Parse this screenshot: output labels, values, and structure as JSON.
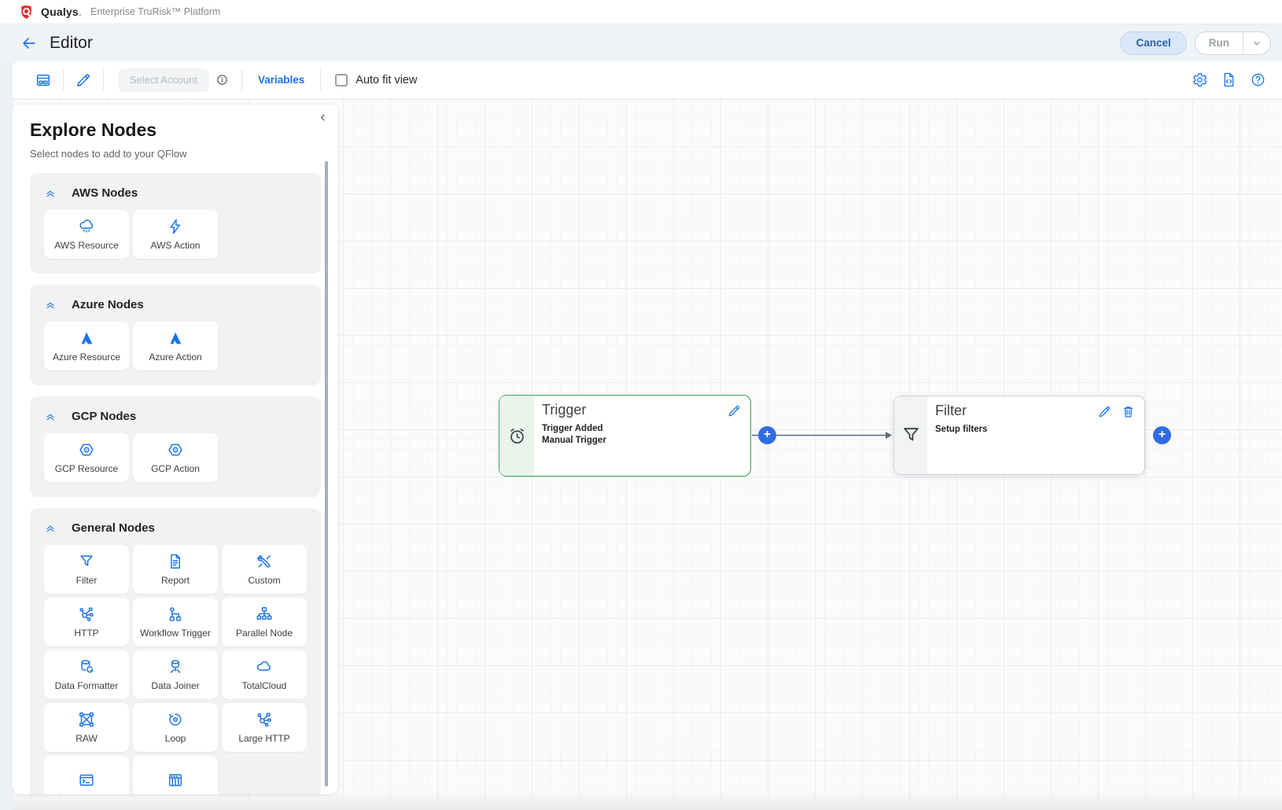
{
  "app_bar": {
    "brand": "Qualys",
    "brand_dot": ".",
    "platform_name": "Enterprise TruRisk™ Platform"
  },
  "header": {
    "title": "Editor",
    "cancel_button": "Cancel",
    "run_button": "Run"
  },
  "toolbar": {
    "select_account_button": "Select Account",
    "variables_link": "Variables",
    "auto_fit_checkbox_label": "Auto fit view",
    "auto_fit_checked": false
  },
  "explore_panel": {
    "title": "Explore Nodes",
    "subtitle": "Select nodes to add to your QFlow",
    "sections": [
      {
        "title": "AWS Nodes",
        "nodes": [
          {
            "label": "AWS Resource",
            "icon": "cloud-rain-icon"
          },
          {
            "label": "AWS Action",
            "icon": "lightning-icon"
          }
        ]
      },
      {
        "title": "Azure Nodes",
        "nodes": [
          {
            "label": "Azure Resource",
            "icon": "azure-icon"
          },
          {
            "label": "Azure Action",
            "icon": "azure-icon"
          }
        ]
      },
      {
        "title": "GCP Nodes",
        "nodes": [
          {
            "label": "GCP Resource",
            "icon": "gcp-icon"
          },
          {
            "label": "GCP Action",
            "icon": "gcp-icon"
          }
        ]
      },
      {
        "title": "General Nodes",
        "nodes": [
          {
            "label": "Filter",
            "icon": "funnel-icon"
          },
          {
            "label": "Report",
            "icon": "report-icon"
          },
          {
            "label": "Custom",
            "icon": "tools-icon"
          },
          {
            "label": "HTTP",
            "icon": "network-icon"
          },
          {
            "label": "Workflow Trigger",
            "icon": "workflow-icon"
          },
          {
            "label": "Parallel Node",
            "icon": "hierarchy-icon"
          },
          {
            "label": "Data Formatter",
            "icon": "database-format-icon"
          },
          {
            "label": "Data Joiner",
            "icon": "database-join-icon"
          },
          {
            "label": "TotalCloud",
            "icon": "cloud-icon"
          },
          {
            "label": "RAW",
            "icon": "raw-icon"
          },
          {
            "label": "Loop",
            "icon": "loop-icon"
          },
          {
            "label": "Large HTTP",
            "icon": "network-icon"
          },
          {
            "label": "",
            "icon": "console-icon"
          },
          {
            "label": "",
            "icon": "table-icon"
          }
        ]
      }
    ]
  },
  "canvas": {
    "trigger_node": {
      "title": "Trigger",
      "detail_line1": "Trigger Added",
      "detail_line2": "Manual Trigger",
      "icon": "alarm-clock-icon"
    },
    "filter_node": {
      "title": "Filter",
      "detail_line1": "Setup filters",
      "icon": "funnel-icon"
    },
    "add_button_symbol": "+"
  },
  "colors": {
    "accent_blue": "#1a73e8",
    "trigger_green": "#34a853",
    "brand_red": "#e32f27",
    "plus_blue": "#2e6ce3"
  }
}
